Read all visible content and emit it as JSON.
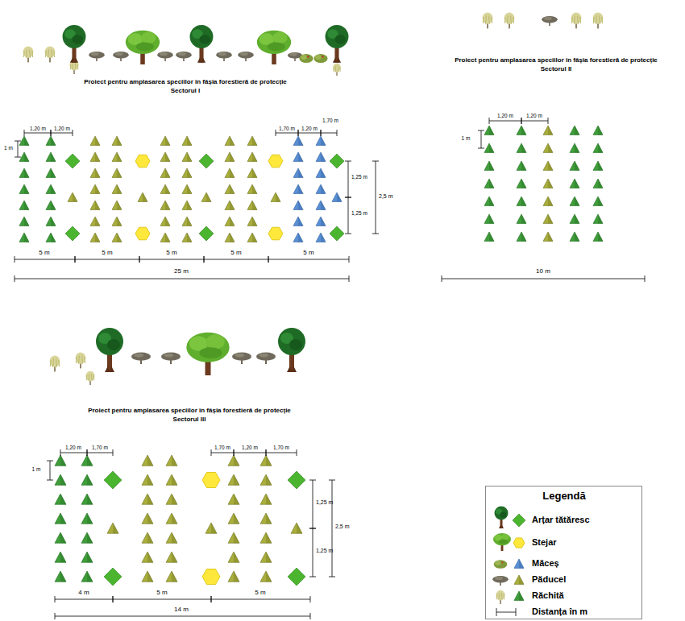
{
  "diagram": {
    "labels": [
      "Proiect pentru amplasarea speciilor în fâșia forestieră de protecție",
      "Sectorul I",
      "1,20 m",
      "1,20 m",
      "1 m",
      "1,70 m",
      "1,20 m",
      "1,70 m",
      "1,25 m",
      "1,25 m",
      "2,5 m",
      "5 m",
      "5 m",
      "5 m",
      "5 m",
      "5 m",
      "25 m",
      "Proiect pentru amplasarea speciilor în fâșia forestieră de protecție",
      "Sectorul II",
      "1,20 m",
      "1,20 m",
      "1 m",
      "10 m",
      "Proiect pentru amplasarea speciilor în fâșia forestieră de protecție",
      "Sectorul III",
      "1,20 m",
      "1,70 m",
      "1,70 m",
      "1,20 m",
      "1,70 m",
      "1 m",
      "1,25 m",
      "1,25 m",
      "2,5 m",
      "4 m",
      "5 m",
      "5 m",
      "14 m",
      "Legendă"
    ],
    "legend": [
      {
        "text": "Arțar tătăresc"
      },
      {
        "text": "Stejar"
      },
      {
        "text": "Măceș"
      },
      {
        "text": "Păducel"
      },
      {
        "text": "Răchită"
      },
      {
        "text": "Distanța în m"
      }
    ]
  }
}
